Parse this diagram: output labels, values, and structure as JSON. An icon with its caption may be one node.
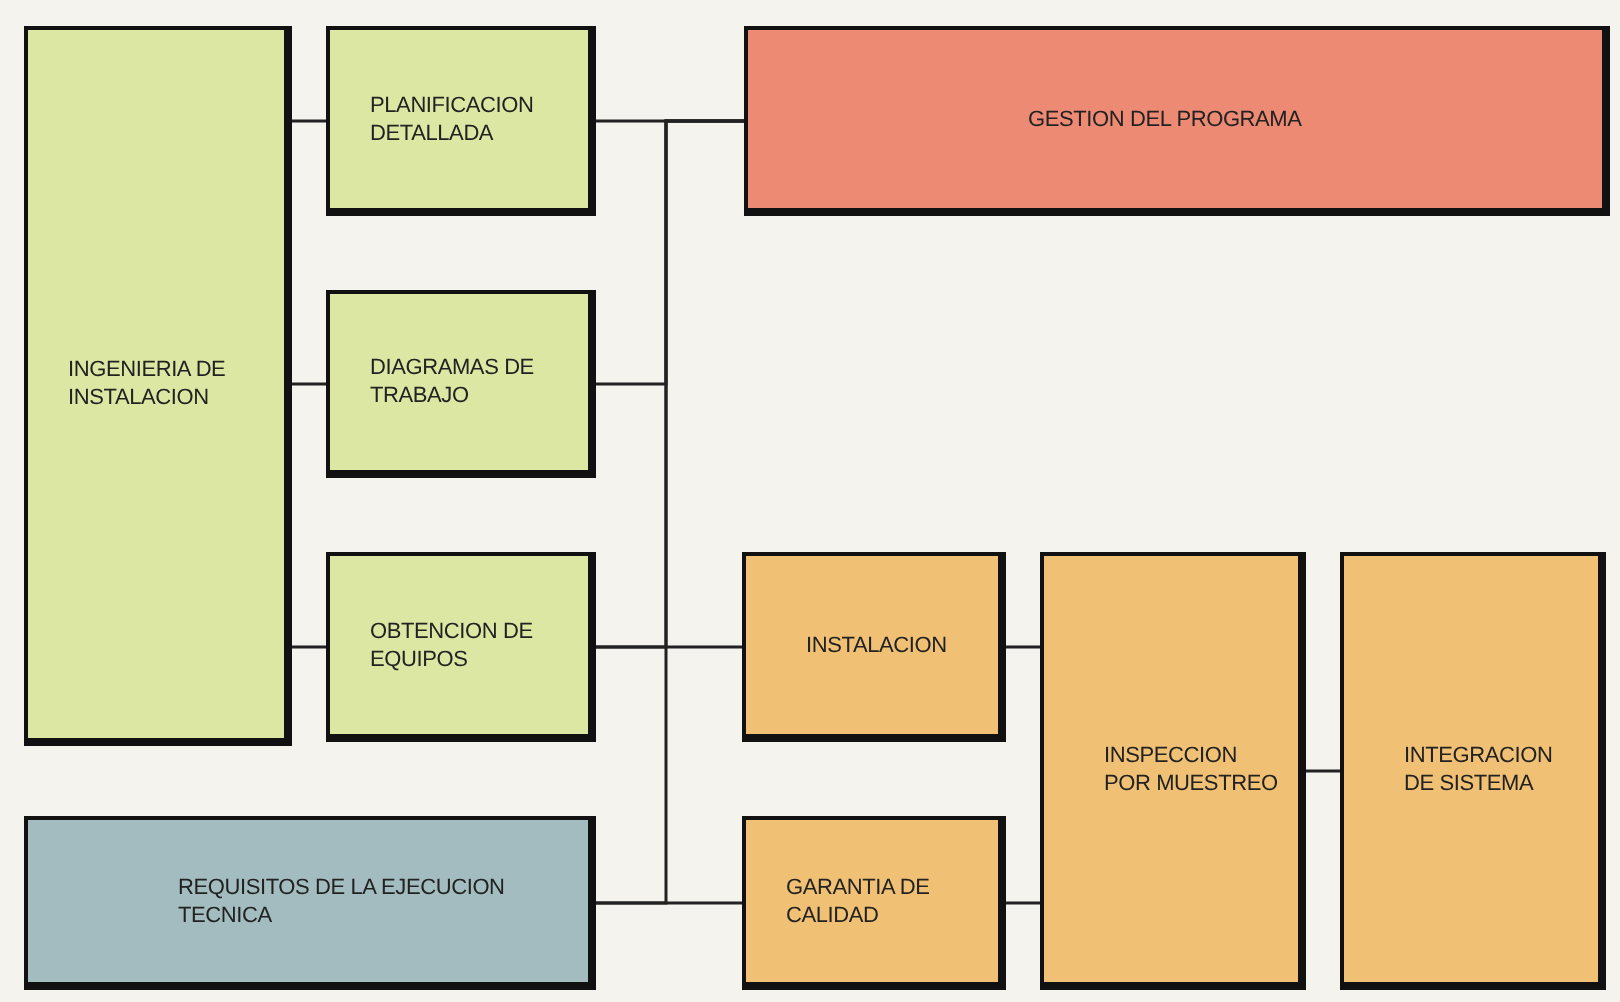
{
  "diagram": {
    "nodes": [
      {
        "text": [
          "INGENIERIA DE INSTALACION"
        ]
      },
      {
        "text": [
          "PLANIFICACION DETALLADA"
        ]
      },
      {
        "text": [
          "GESTION DEL PROGRAMA"
        ]
      },
      {
        "text": [
          "DIAGRAMAS DE TRABAJO"
        ]
      },
      {
        "text": [
          "OBTENCION DE EQUIPOS"
        ]
      },
      {
        "text": [
          "INSTALACION"
        ]
      },
      {
        "text": [
          "INSPECCION POR MUESTREO"
        ]
      },
      {
        "text": [
          "INTEGRACION DE SISTEMA"
        ]
      },
      {
        "text": [
          "REQUISITOS DE LA EJECUCION TECNICA"
        ]
      },
      {
        "text": [
          "GARANTIA DE CALIDAD"
        ]
      }
    ],
    "edges": [
      {
        "from": 0,
        "to": 1,
        "arrow": "none"
      },
      {
        "from": 0,
        "to": 3,
        "arrow": "none"
      },
      {
        "from": 0,
        "to": 4,
        "arrow": "none"
      },
      {
        "from": 1,
        "to": 2,
        "arrow": "none"
      },
      {
        "from": 3,
        "to": 2,
        "arrow": "none"
      },
      {
        "from": 4,
        "to": 5,
        "arrow": "none"
      },
      {
        "from": 4,
        "to": 2,
        "arrow": "none"
      },
      {
        "from": 8,
        "to": 9,
        "arrow": "none"
      },
      {
        "from": 8,
        "to": 2,
        "arrow": "none"
      },
      {
        "from": 5,
        "to": 6,
        "arrow": "none"
      },
      {
        "from": 9,
        "to": 6,
        "arrow": "none"
      },
      {
        "from": 6,
        "to": 7,
        "arrow": "none"
      }
    ]
  }
}
